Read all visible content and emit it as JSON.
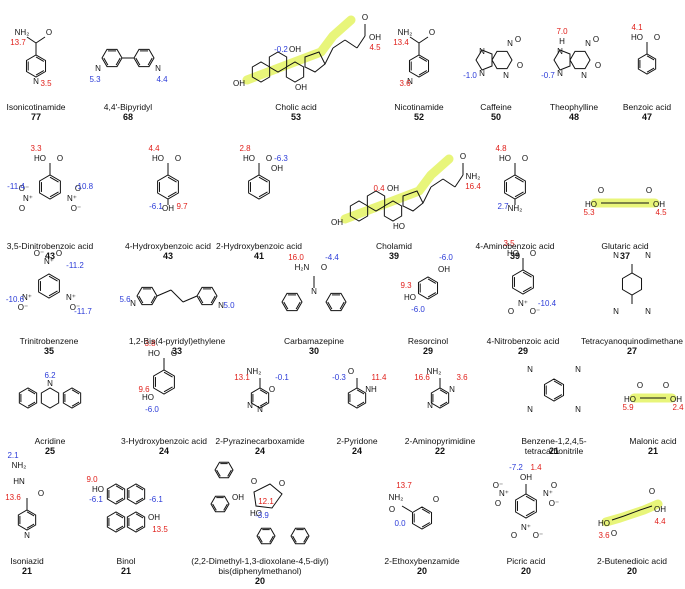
{
  "compounds": [
    {
      "name": "Isonicotinamide",
      "number": "77",
      "labels": [
        "13.7",
        "3.5"
      ],
      "atoms": [
        "NH₂",
        "O",
        "N"
      ]
    },
    {
      "name": "4,4'-Bipyridyl",
      "number": "68",
      "labels": [
        "5.3",
        "4.4"
      ],
      "atoms": [
        "N",
        "N"
      ]
    },
    {
      "name": "Cholic acid",
      "number": "53",
      "labels": [
        "-0.2",
        "4.5"
      ],
      "atoms": [
        "OH",
        "OH",
        "OH",
        "O",
        "OH"
      ]
    },
    {
      "name": "Nicotinamide",
      "number": "52",
      "labels": [
        "13.4",
        "3.6"
      ],
      "atoms": [
        "NH₂",
        "O",
        "N"
      ]
    },
    {
      "name": "Caffeine",
      "number": "50",
      "labels": [
        "-1.0"
      ],
      "atoms": [
        "N",
        "N",
        "N",
        "N",
        "O",
        "O"
      ]
    },
    {
      "name": "Theophylline",
      "number": "48",
      "labels": [
        "7.0",
        "-0.7"
      ],
      "atoms": [
        "H",
        "N",
        "N",
        "N",
        "N",
        "O",
        "O"
      ]
    },
    {
      "name": "Benzoic acid",
      "number": "47",
      "labels": [
        "4.1"
      ],
      "atoms": [
        "HO",
        "O"
      ]
    },
    {
      "name": "3,5-Dinitrobenzoic acid",
      "number": "43",
      "labels": [
        "3.3",
        "-11.4",
        "-10.8"
      ],
      "atoms": [
        "HO",
        "O",
        "O⁻",
        "N⁺",
        "O",
        "O⁻",
        "N⁺",
        "O"
      ]
    },
    {
      "name": "4-Hydroxybenzoic acid",
      "number": "43",
      "labels": [
        "4.4",
        "-6.1",
        "9.7"
      ],
      "atoms": [
        "HO",
        "O",
        "OH"
      ]
    },
    {
      "name": "2-Hydroxybenzoic acid",
      "number": "41",
      "labels": [
        "2.8",
        "-6.3"
      ],
      "atoms": [
        "HO",
        "O",
        "OH"
      ]
    },
    {
      "name": "Cholamid",
      "number": "39",
      "labels": [
        "0.4",
        "16.4"
      ],
      "atoms": [
        "OH",
        "OH",
        "HO",
        "O",
        "NH₂"
      ]
    },
    {
      "name": "4-Aminobenzoic acid",
      "number": "39",
      "labels": [
        "4.8",
        "2.7"
      ],
      "atoms": [
        "HO",
        "O",
        "NH₂"
      ]
    },
    {
      "name": "Glutaric acid",
      "number": "37",
      "labels": [
        "5.3",
        "4.5"
      ],
      "atoms": [
        "HO",
        "O",
        "O",
        "OH"
      ]
    },
    {
      "name": "Trinitrobenzene",
      "number": "35",
      "labels": [
        "-11.2",
        "-10.6",
        "-11.7"
      ],
      "atoms": [
        "O⁻",
        "N⁺",
        "O",
        "O",
        "N⁺",
        "O⁻",
        "N⁺",
        "O",
        "O⁻"
      ]
    },
    {
      "name": "1,2-Bis(4-pyridyl)ethylene",
      "number": "33",
      "labels": [
        "5.6",
        "5.0"
      ],
      "atoms": [
        "N",
        "N"
      ]
    },
    {
      "name": "Carbamazepine",
      "number": "30",
      "labels": [
        "16.0",
        "-4.4"
      ],
      "atoms": [
        "H₂N",
        "O",
        "N"
      ]
    },
    {
      "name": "Resorcinol",
      "number": "29",
      "labels": [
        "-6.0",
        "9.3",
        "-6.0"
      ],
      "atoms": [
        "OH",
        "HO"
      ]
    },
    {
      "name": "4-Nitrobenzoic acid",
      "number": "29",
      "labels": [
        "3.5",
        "-10.4"
      ],
      "atoms": [
        "HO",
        "O",
        "O",
        "N⁺",
        "O⁻"
      ]
    },
    {
      "name": "Tetracyanoquinodimethane",
      "number": "27",
      "labels": [],
      "atoms": [
        "N",
        "N",
        "N",
        "N"
      ]
    },
    {
      "name": "Acridine",
      "number": "25",
      "labels": [
        "6.2"
      ],
      "atoms": [
        "N"
      ]
    },
    {
      "name": "3-Hydroxybenzoic acid",
      "number": "24",
      "labels": [
        "3.8",
        "9.6",
        "-6.0"
      ],
      "atoms": [
        "HO",
        "O",
        "HO"
      ]
    },
    {
      "name": "2-Pyrazinecarboxamide",
      "number": "24",
      "labels": [
        "13.1",
        "-0.1"
      ],
      "atoms": [
        "NH₂",
        "O",
        "N",
        "N"
      ]
    },
    {
      "name": "2-Pyridone",
      "number": "24",
      "labels": [
        "-0.3",
        "11.4"
      ],
      "atoms": [
        "O",
        "NH"
      ]
    },
    {
      "name": "2-Aminopyrimidine",
      "number": "22",
      "labels": [
        "16.6",
        "3.6"
      ],
      "atoms": [
        "NH₂",
        "N",
        "N"
      ]
    },
    {
      "name": "Benzene-1,2,4,5-tetracarbonitrile",
      "number": "21",
      "labels": [],
      "atoms": [
        "N",
        "N",
        "N",
        "N"
      ]
    },
    {
      "name": "Malonic acid",
      "number": "21",
      "labels": [
        "5.9",
        "2.4"
      ],
      "atoms": [
        "HO",
        "O",
        "O",
        "OH"
      ]
    },
    {
      "name": "Isoniazid",
      "number": "21",
      "labels": [
        "2.1",
        "13.6"
      ],
      "atoms": [
        "NH₂",
        "HN",
        "O",
        "N"
      ]
    },
    {
      "name": "Binol",
      "number": "21",
      "labels": [
        "9.0",
        "-6.1",
        "-6.1",
        "13.5"
      ],
      "atoms": [
        "HO",
        "OH"
      ]
    },
    {
      "name": "(2,2-Dimethyl-1,3-dioxolane-4,5-diyl) bis(diphenylmethanol)",
      "number": "20",
      "labels": [
        "12.1",
        "-3.9"
      ],
      "atoms": [
        "O",
        "O",
        "OH",
        "HO"
      ]
    },
    {
      "name": "2-Ethoxybenzamide",
      "number": "20",
      "labels": [
        "13.7",
        "0.0"
      ],
      "atoms": [
        "NH₂",
        "O",
        "O"
      ]
    },
    {
      "name": "Picric acid",
      "number": "20",
      "labels": [
        "-7.2",
        "1.4"
      ],
      "atoms": [
        "OH",
        "O⁻",
        "N⁺",
        "O",
        "O",
        "N⁺",
        "O⁻",
        "O",
        "N⁺",
        "O⁻"
      ]
    },
    {
      "name": "2-Butenedioic acid",
      "number": "20",
      "labels": [
        "3.6",
        "4.4"
      ],
      "atoms": [
        "HO",
        "O",
        "O",
        "OH"
      ]
    }
  ],
  "colors": {
    "positive": "#e0201b",
    "negative": "#2b3bd8",
    "highlight": "#e8f57a",
    "bond": "#111111"
  }
}
